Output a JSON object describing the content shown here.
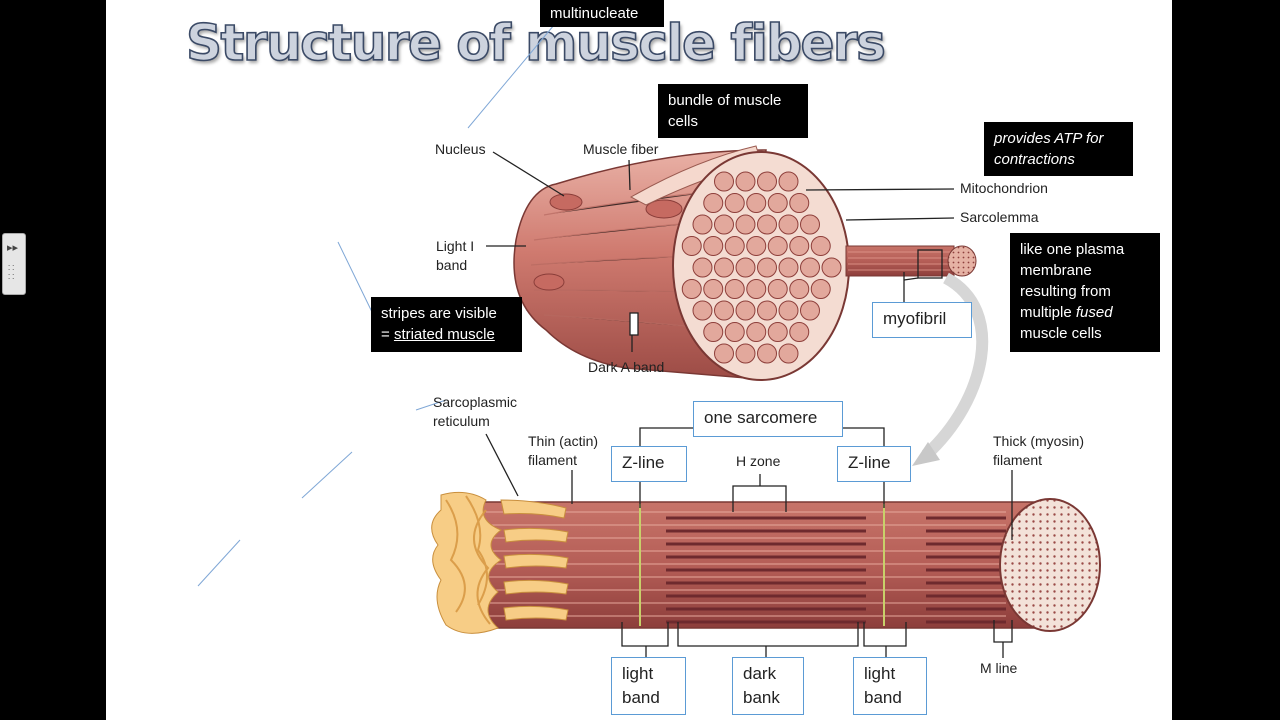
{
  "title": "Structure of muscle fibers",
  "callouts": {
    "multinucleate": "multinucleate",
    "bundle": "bundle of muscle cells",
    "atp": "provides ATP for contractions",
    "membrane_1": "like one plasma membrane resulting from multiple",
    "membrane_fused": "fused",
    "membrane_2": "muscle cells",
    "stripes_line1": "stripes are visible",
    "stripes_eq": "= ",
    "stripes_link": "striated muscle"
  },
  "boxes": {
    "myofibril": "myofibril",
    "one_sarcomere": "one sarcomere",
    "z_line_left": "Z-line",
    "z_line_right": "Z-line",
    "light_band_left": "light band",
    "dark_bank": "dark bank",
    "light_band_right": "light band"
  },
  "labels": {
    "nucleus": "Nucleus",
    "muscle_fiber": "Muscle fiber",
    "mitochondrion": "Mitochondrion",
    "sarcolemma": "Sarcolemma",
    "light_i_band": "Light I band",
    "dark_a_band": "Dark A band",
    "sarcoplasmic": "Sarcoplasmic reticulum",
    "thin_filament": "Thin (actin) filament",
    "h_zone": "H zone",
    "thick_filament": "Thick (myosin) filament",
    "m_line": "M line"
  },
  "colors": {
    "muscle": "#c9746a",
    "muscle_dark": "#9b4a45",
    "myofibril": "#e2a89c",
    "reticulum": "#f4c57e",
    "box_border": "#5b9bd5",
    "callout_bg": "#000000"
  },
  "icons": [
    "expand-arrows-icon",
    "grip-icon"
  ]
}
